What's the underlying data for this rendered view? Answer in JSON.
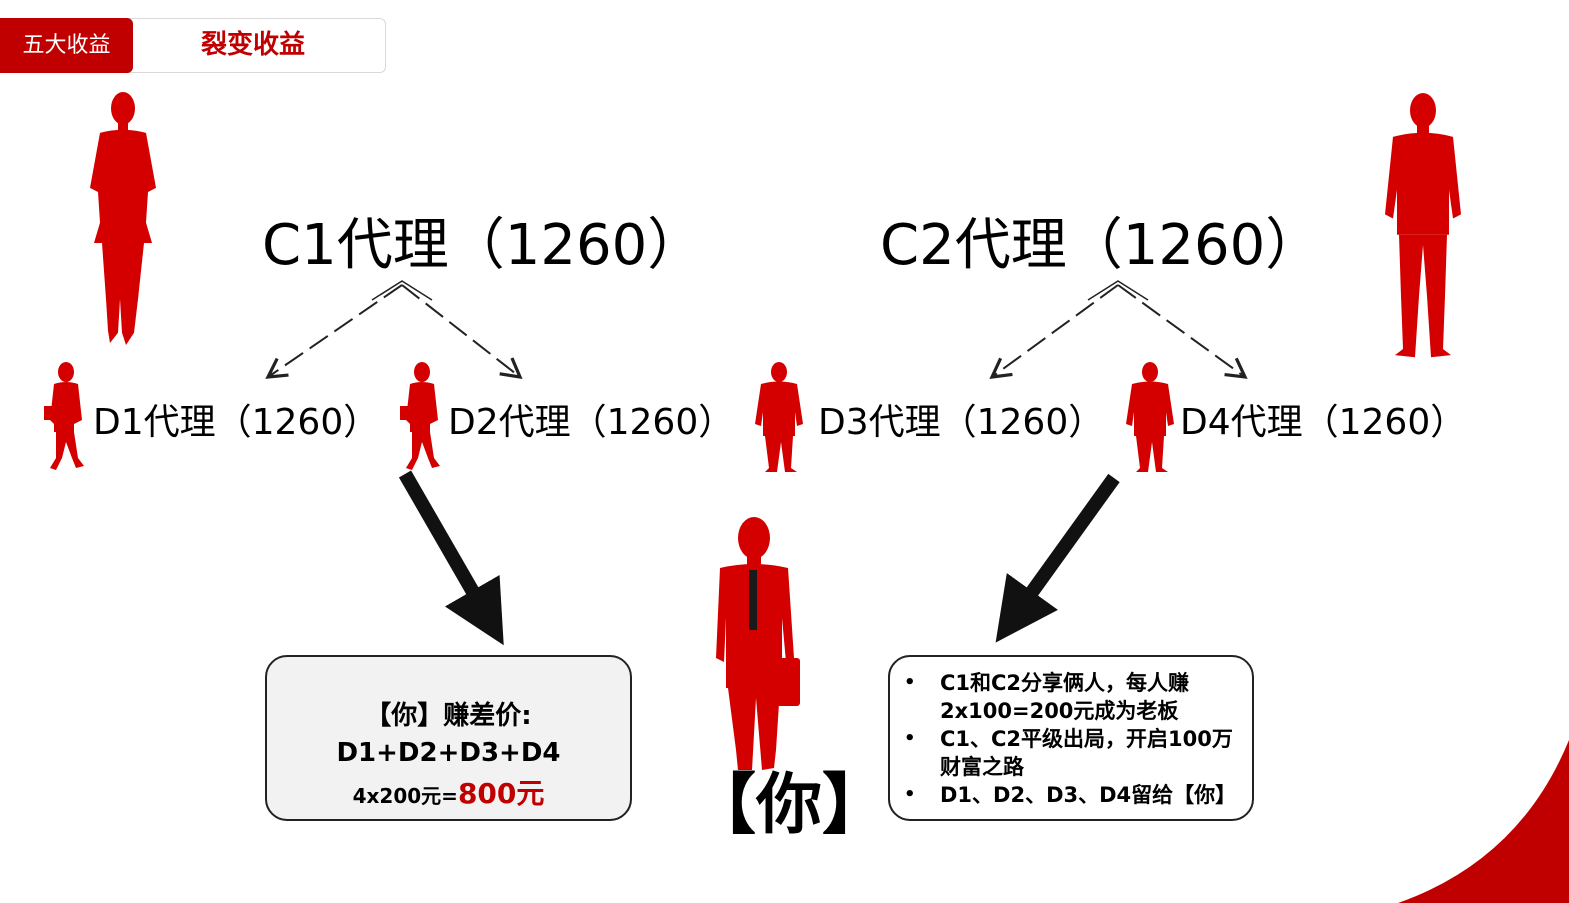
{
  "header": {
    "tab_active": "五大收益",
    "title": "裂变收益"
  },
  "agents_top": [
    {
      "label": "C1代理（1260）"
    },
    {
      "label": "C2代理（1260）"
    }
  ],
  "agents_mid": [
    {
      "label": "D1代理（1260）"
    },
    {
      "label": "D2代理（1260）"
    },
    {
      "label": "D3代理（1260）"
    },
    {
      "label": "D4代理（1260）"
    }
  ],
  "callout_left": {
    "line1": "【你】赚差价:",
    "line2": "D1+D2+D3+D4",
    "line3_prefix": "4x200元=",
    "line3_highlight": "800元"
  },
  "callout_right": {
    "bullet_glyph": "•",
    "items": [
      "C1和C2分享俩人，每人赚2x100=200元成为老板",
      "C1、C2平级出局，开启100万财富之路",
      "D1、D2、D3、D4留给【你】"
    ]
  },
  "you_label": "【你】",
  "colors": {
    "accent": "#c00000",
    "silhouette": "#d40000",
    "callout_bg": "#f2f2f2"
  },
  "icons": [
    "woman-silhouette-icon",
    "man-silhouette-icon",
    "businessman-briefcase-icon"
  ]
}
